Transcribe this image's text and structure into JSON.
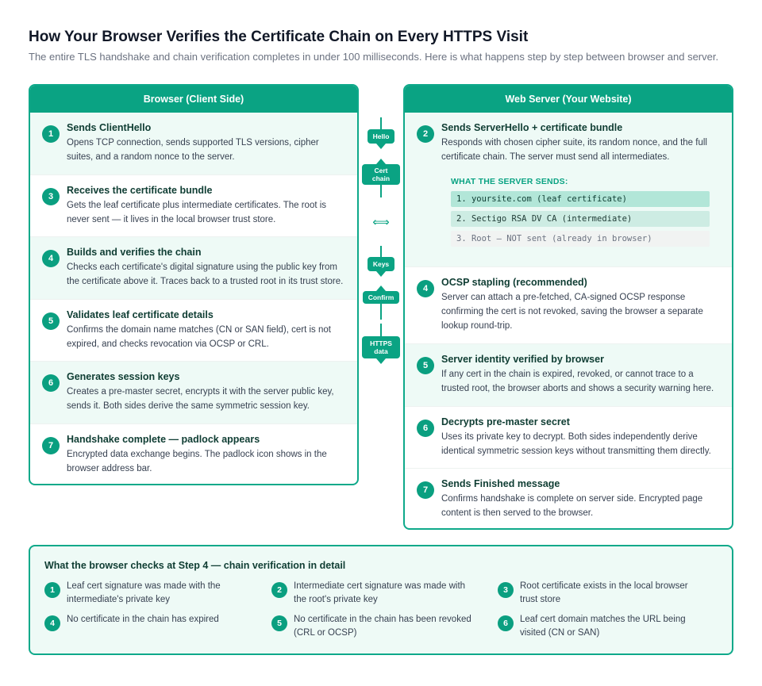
{
  "title": "How Your Browser Verifies the Certificate Chain on Every HTTPS Visit",
  "subtitle": "The entire TLS handshake and chain verification completes in under 100 milliseconds. Here is what happens step by step between browser and server.",
  "browser": {
    "header": "Browser (Client Side)",
    "steps": [
      {
        "num": "1",
        "title": "Sends ClientHello",
        "desc": "Opens TCP connection, sends supported TLS versions, cipher suites, and a random nonce to the server."
      },
      {
        "num": "3",
        "title": "Receives the certificate bundle",
        "desc": "Gets the leaf certificate plus intermediate certificates. The root is never sent — it lives in the local browser trust store."
      },
      {
        "num": "4",
        "title": "Builds and verifies the chain",
        "desc": "Checks each certificate's digital signature using the public key from the certificate above it. Traces back to a trusted root in its trust store."
      },
      {
        "num": "5",
        "title": "Validates leaf certificate details",
        "desc": "Confirms the domain name matches (CN or SAN field), cert is not expired, and checks revocation via OCSP or CRL."
      },
      {
        "num": "6",
        "title": "Generates session keys",
        "desc": "Creates a pre-master secret, encrypts it with the server public key, sends it. Both sides derive the same symmetric session key."
      },
      {
        "num": "7",
        "title": "Handshake complete — padlock appears",
        "desc": "Encrypted data exchange begins. The padlock icon shows in the browser address bar."
      }
    ]
  },
  "server": {
    "header": "Web Server (Your Website)",
    "steps": [
      {
        "num": "2",
        "title": "Sends ServerHello + certificate bundle",
        "desc": "Responds with chosen cipher suite, its random nonce, and the full certificate chain. The server must send all intermediates."
      },
      {
        "num": "4",
        "title": "OCSP stapling (recommended)",
        "desc": "Server can attach a pre-fetched, CA-signed OCSP response confirming the cert is not revoked, saving the browser a separate lookup round-trip."
      },
      {
        "num": "5",
        "title": "Server identity verified by browser",
        "desc": "If any cert in the chain is expired, revoked, or cannot trace to a trusted root, the browser aborts and shows a security warning here."
      },
      {
        "num": "6",
        "title": "Decrypts pre-master secret",
        "desc": "Uses its private key to decrypt. Both sides independently derive identical symmetric session keys without transmitting them directly."
      },
      {
        "num": "7",
        "title": "Sends Finished message",
        "desc": "Confirms handshake is complete on server side. Encrypted page content is then served to the browser."
      }
    ],
    "sends_label": "WHAT THE SERVER SENDS:",
    "chain": [
      "1. yoursite.com (leaf certificate)",
      "2. Sectigo RSA DV CA (intermediate)",
      "3. Root — NOT sent (already in browser)"
    ]
  },
  "flow": {
    "hello": "Hello",
    "cert": "Cert chain",
    "keys": "Keys",
    "confirm": "Confirm",
    "https": "HTTPS data",
    "swap": "⟺"
  },
  "checks": {
    "title": "What the browser checks at Step 4 — chain verification in detail",
    "items": [
      {
        "num": "1",
        "text": "Leaf cert signature was made with the intermediate's private key"
      },
      {
        "num": "2",
        "text": "Intermediate cert signature was made with the root's private key"
      },
      {
        "num": "3",
        "text": "Root certificate exists in the local browser trust store"
      },
      {
        "num": "4",
        "text": "No certificate in the chain has expired"
      },
      {
        "num": "5",
        "text": "No certificate in the chain has been revoked (CRL or OCSP)"
      },
      {
        "num": "6",
        "text": "Leaf cert domain matches the URL being visited (CN or SAN)"
      }
    ]
  }
}
